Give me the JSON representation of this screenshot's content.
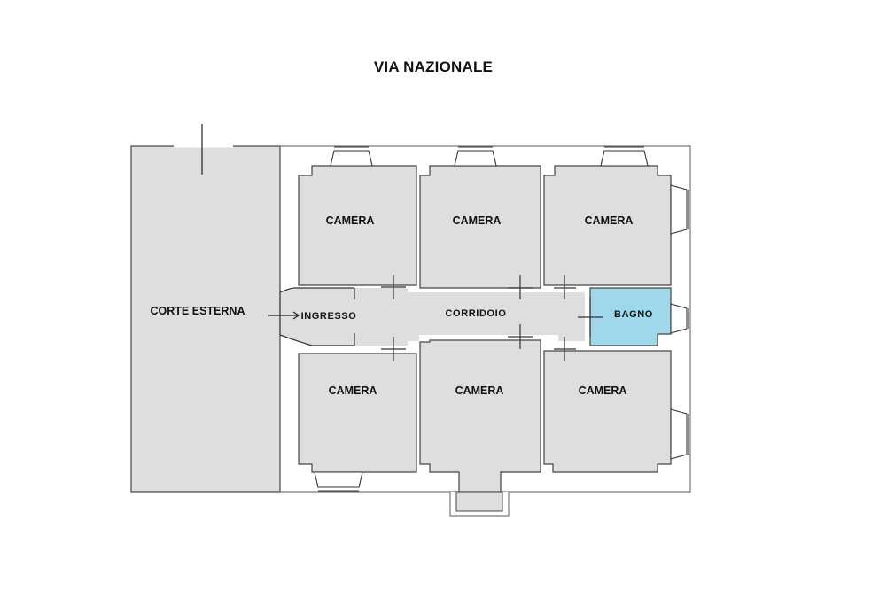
{
  "title": "VIA NAZIONALE",
  "colors": {
    "room_fill": "#dedede",
    "bath_fill": "#9fd8ea",
    "wall": "#333333",
    "outline": "#777777",
    "background": "#ffffff"
  },
  "rooms": [
    {
      "id": "camera-top-left",
      "label": "CAMERA",
      "type": "bedroom"
    },
    {
      "id": "camera-top-center",
      "label": "CAMERA",
      "type": "bedroom"
    },
    {
      "id": "camera-top-right",
      "label": "CAMERA",
      "type": "bedroom"
    },
    {
      "id": "camera-bottom-left",
      "label": "CAMERA",
      "type": "bedroom"
    },
    {
      "id": "camera-bottom-center",
      "label": "CAMERA",
      "type": "bedroom"
    },
    {
      "id": "camera-bottom-right",
      "label": "CAMERA",
      "type": "bedroom"
    },
    {
      "id": "bagno",
      "label": "BAGNO",
      "type": "bathroom"
    },
    {
      "id": "corridoio",
      "label": "CORRIDOIO",
      "type": "corridor"
    },
    {
      "id": "ingresso",
      "label": "INGRESSO",
      "type": "entrance"
    },
    {
      "id": "corte-esterna",
      "label": "CORTE ESTERNA",
      "type": "courtyard"
    }
  ]
}
